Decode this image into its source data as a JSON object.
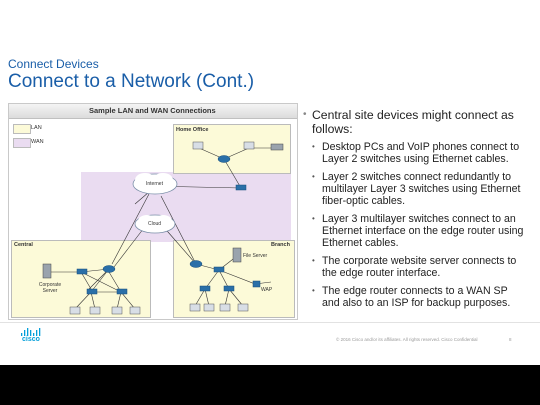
{
  "slide": {
    "subtitle": "Connect Devices",
    "title": "Connect to a Network (Cont.)"
  },
  "diagram": {
    "title": "Sample LAN and WAN Connections",
    "legend": [
      {
        "label": "LAN",
        "color": "#fcfad8"
      },
      {
        "label": "WAN",
        "color": "#eadcf1"
      }
    ],
    "zones": {
      "home_office": "Home Office",
      "central": "Central",
      "branch": "Branch"
    },
    "clouds": {
      "internet": "Internet",
      "cloud": "Cloud"
    },
    "devices": {
      "corporate_server": "Corporate Server",
      "file_server": "File Server",
      "wap": "WAP"
    },
    "colors": {
      "lan": "#fcfad8",
      "wan": "#eadcf1",
      "router": "#2a6fa8",
      "link": "#333333"
    }
  },
  "bullets": {
    "main": "Central site devices might connect as follows:",
    "items": [
      "Desktop PCs and VoIP phones connect to Layer 2 switches using Ethernet cables.",
      "Layer 2 switches connect redundantly to multilayer Layer 3 switches using Ethernet fiber-optic cables.",
      "Layer 3 multilayer switches connect to an Ethernet interface on the edge router using Ethernet cables.",
      "The corporate website server connects to the edge router interface.",
      "The edge router connects to a WAN SP and also to an ISP for backup purposes."
    ]
  },
  "footer": {
    "logo_text": "cisco",
    "copyright": "© 2016 Cisco and/or its affiliates. All rights reserved. Cisco Confidential",
    "page": "8"
  }
}
